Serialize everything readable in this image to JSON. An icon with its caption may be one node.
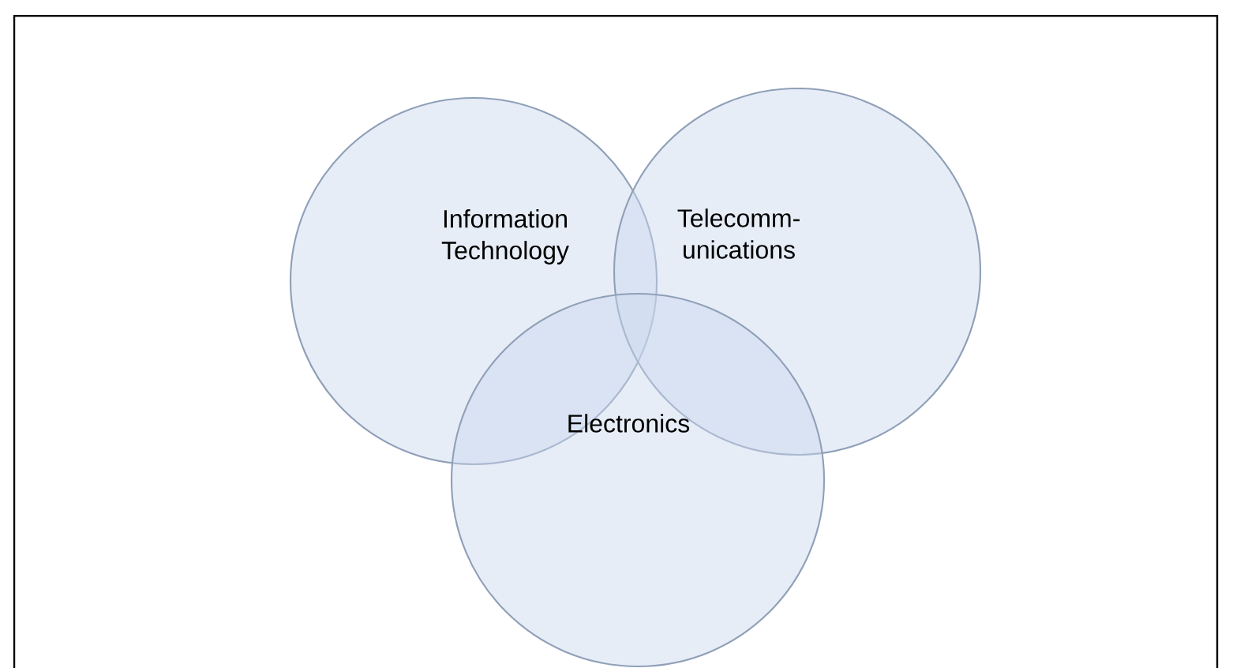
{
  "diagram": {
    "nodes": [
      {
        "text": [
          "Information Technology"
        ]
      },
      {
        "text": [
          "Telecomm- unications"
        ]
      },
      {
        "text": [
          "Electronics"
        ]
      }
    ]
  }
}
